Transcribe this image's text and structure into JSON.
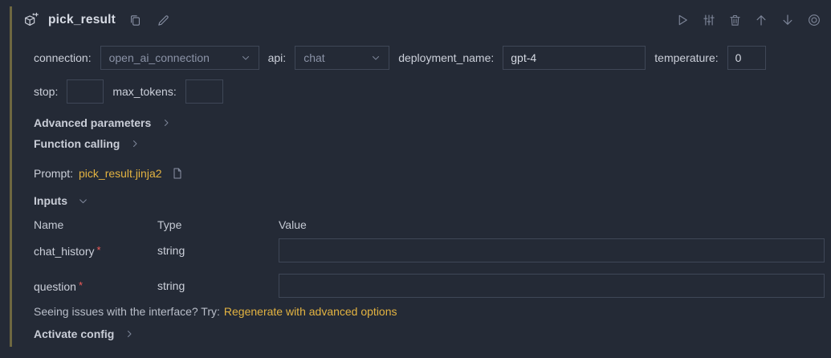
{
  "colors": {
    "background": "#242a36",
    "accent_left_border": "#6e6740",
    "link_yellow": "#e3b341",
    "required_red": "#ef5b58",
    "input_border": "#3f4757"
  },
  "header": {
    "node_icon": "llm-cube-sparkle-icon",
    "title": "pick_result",
    "actions": [
      "copy-icon",
      "edit-pencil-icon"
    ]
  },
  "toolbar": {
    "icons": [
      "play-icon",
      "tune-sliders-icon",
      "trash-icon",
      "arrow-up-icon",
      "arrow-down-icon",
      "target-icon"
    ]
  },
  "params": {
    "connection": {
      "label": "connection:",
      "value": "open_ai_connection"
    },
    "api": {
      "label": "api:",
      "value": "chat"
    },
    "deployment_name": {
      "label": "deployment_name:",
      "value": "gpt-4"
    },
    "temperature": {
      "label": "temperature:",
      "value": "0"
    },
    "stop": {
      "label": "stop:",
      "value": ""
    },
    "max_tokens": {
      "label": "max_tokens:",
      "value": ""
    }
  },
  "sections": {
    "advanced_parameters": "Advanced parameters",
    "function_calling": "Function calling",
    "inputs": "Inputs",
    "activate_config": "Activate config"
  },
  "prompt": {
    "label": "Prompt:",
    "file_name": "pick_result.jinja2",
    "file_icon": "file-icon"
  },
  "inputs_table": {
    "headers": {
      "name": "Name",
      "type": "Type",
      "value": "Value"
    },
    "rows": [
      {
        "name": "chat_history",
        "required": "*",
        "type": "string",
        "value": ""
      },
      {
        "name": "question",
        "required": "*",
        "type": "string",
        "value": ""
      }
    ]
  },
  "footer": {
    "issue_text": "Seeing issues with the interface? Try:",
    "link_text": "Regenerate with advanced options"
  }
}
